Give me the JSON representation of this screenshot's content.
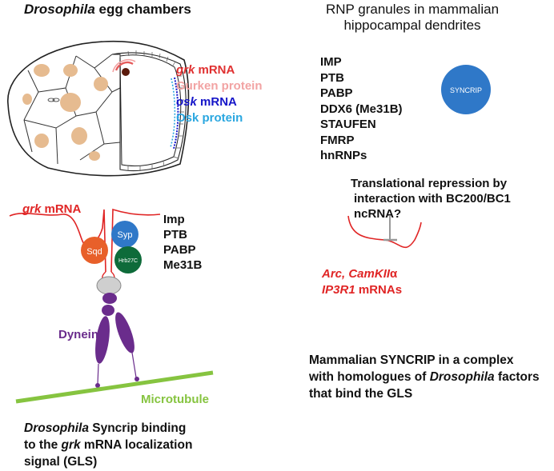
{
  "left_title": {
    "italic": "Drosophila",
    "rest": " egg chambers"
  },
  "right_title": {
    "line1": "RNP granules in mammalian",
    "line2": "hippocampal dendrites"
  },
  "egg_legend": {
    "grk_mrna": {
      "italic": "grk",
      "rest": " mRNA",
      "color": "#e03030"
    },
    "gurken_protein": {
      "text": "Gurken protein",
      "color": "#f2a3a3"
    },
    "osk_mrna": {
      "italic": "osk",
      "rest": " mRNA",
      "color": "#1515c8"
    },
    "osk_protein": {
      "text": "Osk protein",
      "color": "#2aa7e0"
    }
  },
  "grk_label": {
    "italic": "grk",
    "rest": " mRNA"
  },
  "bubbles": {
    "sqd": "Sqd",
    "syp": "Syp",
    "hrb": "Hrb27C",
    "syncrip": "SYNCRIP"
  },
  "fly_factors": [
    "Imp",
    "PTB",
    "PABP",
    "Me31B"
  ],
  "mammal_factors": [
    "IMP",
    "PTB",
    "PABP",
    "DDX6 (Me31B)",
    "STAUFEN",
    "FMRP",
    "hnRNPs"
  ],
  "motor": {
    "dynein": "Dynein",
    "microtubule": "Microtubule"
  },
  "repression": {
    "line1": "Translational repression by",
    "line2": "interaction with BC200/BC1",
    "line3": "ncRNA?"
  },
  "mrnas": {
    "line1_italic": "Arc, CamKII",
    "line1_alpha": "α",
    "line2_italic": "IP3R1",
    "line2_rest": " mRNAs"
  },
  "left_caption": {
    "l1_italic": "Drosophila",
    "l1_rest": " Syncrip binding",
    "l2_pre": "to the ",
    "l2_italic": "grk",
    "l2_rest": " mRNA localization",
    "l3": "signal (GLS)"
  },
  "right_caption": {
    "l1": "Mammalian SYNCRIP in a complex",
    "l2_pre": "with homologues of ",
    "l2_italic": "Drosophila",
    "l2_rest": " factors",
    "l3": "that bind the GLS"
  },
  "colors": {
    "red": "#e02525",
    "syp_blue": "#2f78c8",
    "sqd_orange": "#e8602a",
    "hrb_green": "#0e6b3a",
    "dynein_purple": "#6a2c8c",
    "microtubule_green": "#86c440",
    "nurse_nucleus": "#e6bb90"
  }
}
